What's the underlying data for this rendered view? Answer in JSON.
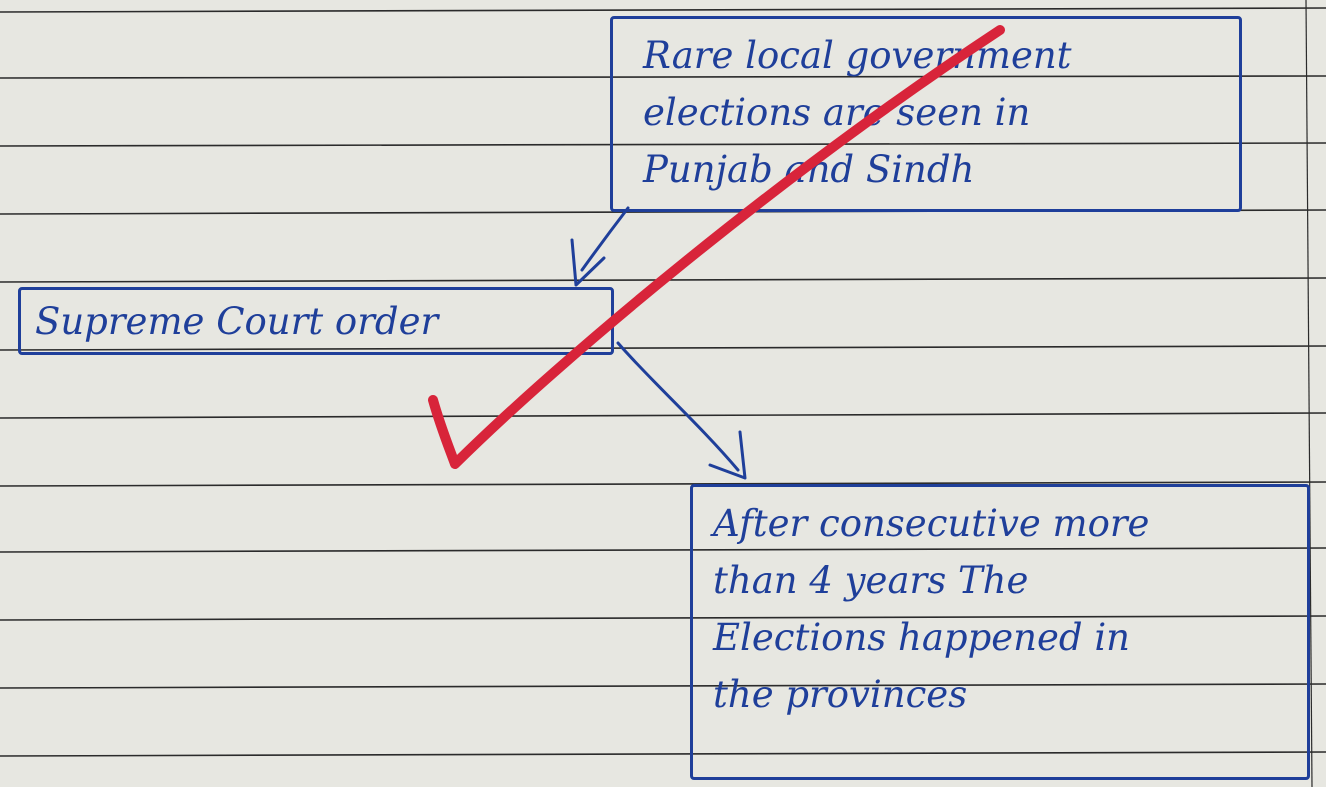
{
  "colors": {
    "paper": "#e7e7e1",
    "rule": "#2b2b2b",
    "ink": "#1f3f9a",
    "check": "#d8243a"
  },
  "boxes": {
    "top": {
      "lines": [
        "Rare local government",
        "elections are seen in",
        "Punjab and Sindh"
      ]
    },
    "middle": {
      "lines": [
        "Supreme Court order"
      ]
    },
    "bottom": {
      "lines": [
        "After consecutive more",
        "than 4 years The",
        "Elections happened in",
        "the provinces"
      ]
    }
  },
  "marks": {
    "check": "checkmark-icon"
  }
}
